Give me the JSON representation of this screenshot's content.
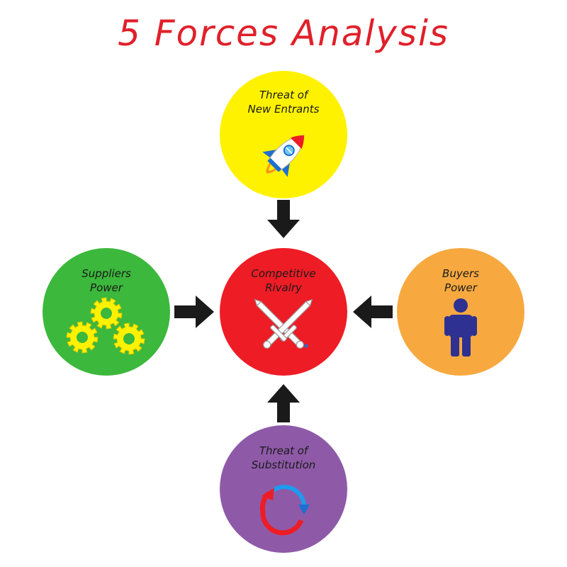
{
  "title": "5 Forces Analysis",
  "colors": {
    "title": "#e0202a",
    "new_entrants": "#fff200",
    "rivalry": "#ee1c25",
    "suppliers": "#3cb83c",
    "buyers": "#f7a940",
    "substitution": "#8e5aa8",
    "arrow": "#1a1a1a",
    "label_text": "#1a1a1a"
  },
  "forces": {
    "new_entrants": {
      "line1": "Threat of",
      "line2": "New Entrants",
      "icon": "rocket-icon"
    },
    "rivalry": {
      "line1": "Competitive",
      "line2": "Rivalry",
      "icon": "crossed-swords-icon"
    },
    "suppliers": {
      "line1": "Suppliers",
      "line2": "Power",
      "icon": "gears-icon"
    },
    "buyers": {
      "line1": "Buyers",
      "line2": "Power",
      "icon": "person-icon"
    },
    "substitution": {
      "line1": "Threat of",
      "line2": "Substitution",
      "icon": "cycle-arrows-icon"
    }
  }
}
